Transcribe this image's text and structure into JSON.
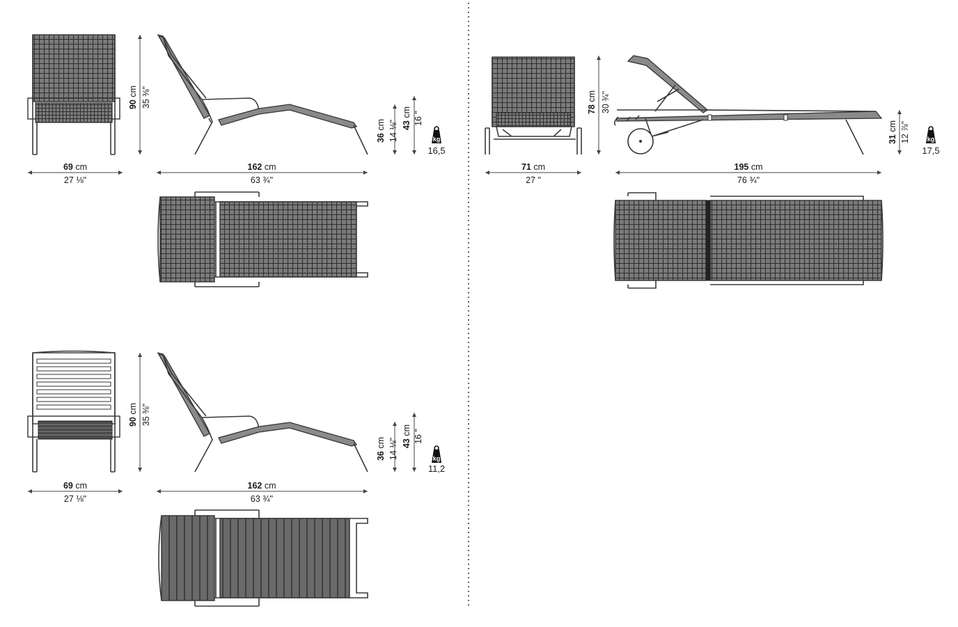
{
  "panel_a": {
    "front_width_cm": "69",
    "front_width_in": "27 ⅛\"",
    "front_height_cm": "90",
    "front_height_in": "35 ⅜\"",
    "side_length_cm": "162",
    "side_length_in": "63 ¾\"",
    "seat_height_cm": "36",
    "seat_height_in": "14 ⅛\"",
    "arm_height_cm": "43",
    "arm_height_in": "16 \"",
    "weight": "16,5"
  },
  "panel_b": {
    "front_width_cm": "69",
    "front_width_in": "27 ⅛\"",
    "front_height_cm": "90",
    "front_height_in": "35 ⅜\"",
    "side_length_cm": "162",
    "side_length_in": "63 ¾\"",
    "seat_height_cm": "36",
    "seat_height_in": "14 ⅛\"",
    "arm_height_cm": "43",
    "arm_height_in": "16 \"",
    "weight": "11,2"
  },
  "panel_c": {
    "front_width_cm": "71",
    "front_width_in": "27 \"",
    "front_height_cm": "78",
    "front_height_in": "30 ¾\"",
    "side_length_cm": "195",
    "side_length_in": "76 ¾\"",
    "seat_height_cm": "31",
    "seat_height_in": "12 ⅞\"",
    "weight": "17,5"
  },
  "units": {
    "cm": "cm",
    "kg": "kg"
  },
  "icons": [
    "weight-kg-icon"
  ],
  "colors": {
    "line": "#3a3a3a",
    "fabric": "#7b7b7b",
    "slat": "#555555"
  }
}
